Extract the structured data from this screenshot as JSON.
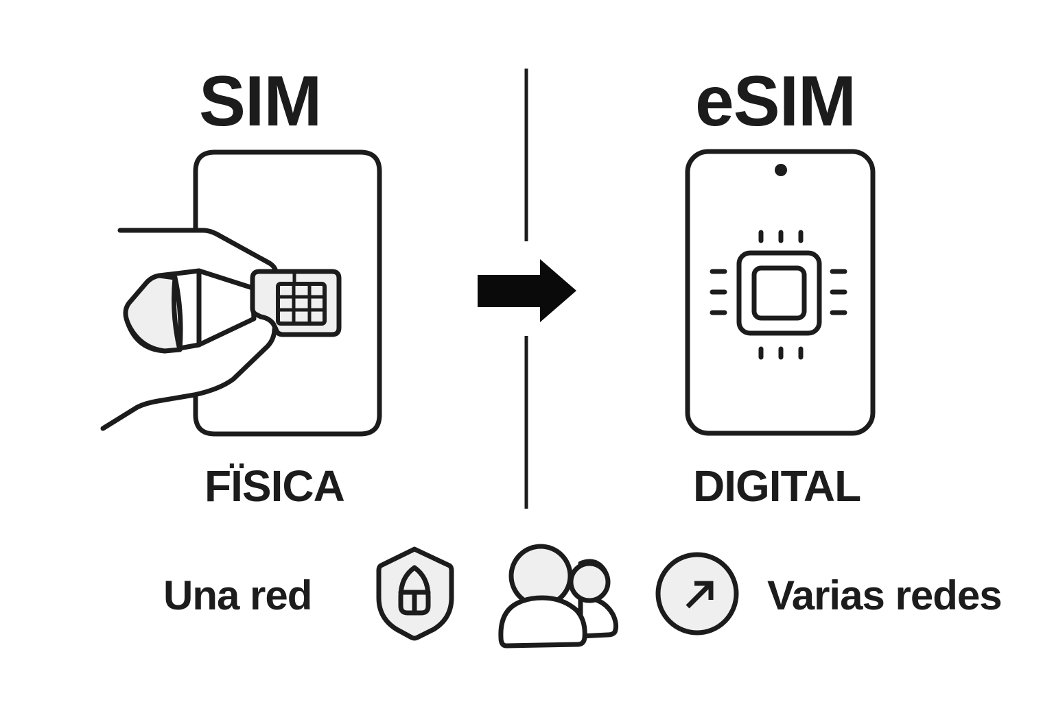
{
  "left_panel": {
    "title": "SIM",
    "label": "FÏSICA",
    "illustration": "hand-inserting-sim-card-icon"
  },
  "right_panel": {
    "title": "eSIM",
    "label": "DIGITAL",
    "illustration": "phone-with-embedded-chip-icon"
  },
  "divider": {
    "center_icon": "arrow-right-icon"
  },
  "footer": {
    "left_caption": "Una red",
    "right_caption": "Varias redes",
    "icons": [
      "shield-lock-icon",
      "users-icon",
      "external-arrow-circle-icon"
    ]
  },
  "colors": {
    "stroke": "#1c1c1c",
    "fill_light": "#efefef",
    "background": "#ffffff"
  }
}
